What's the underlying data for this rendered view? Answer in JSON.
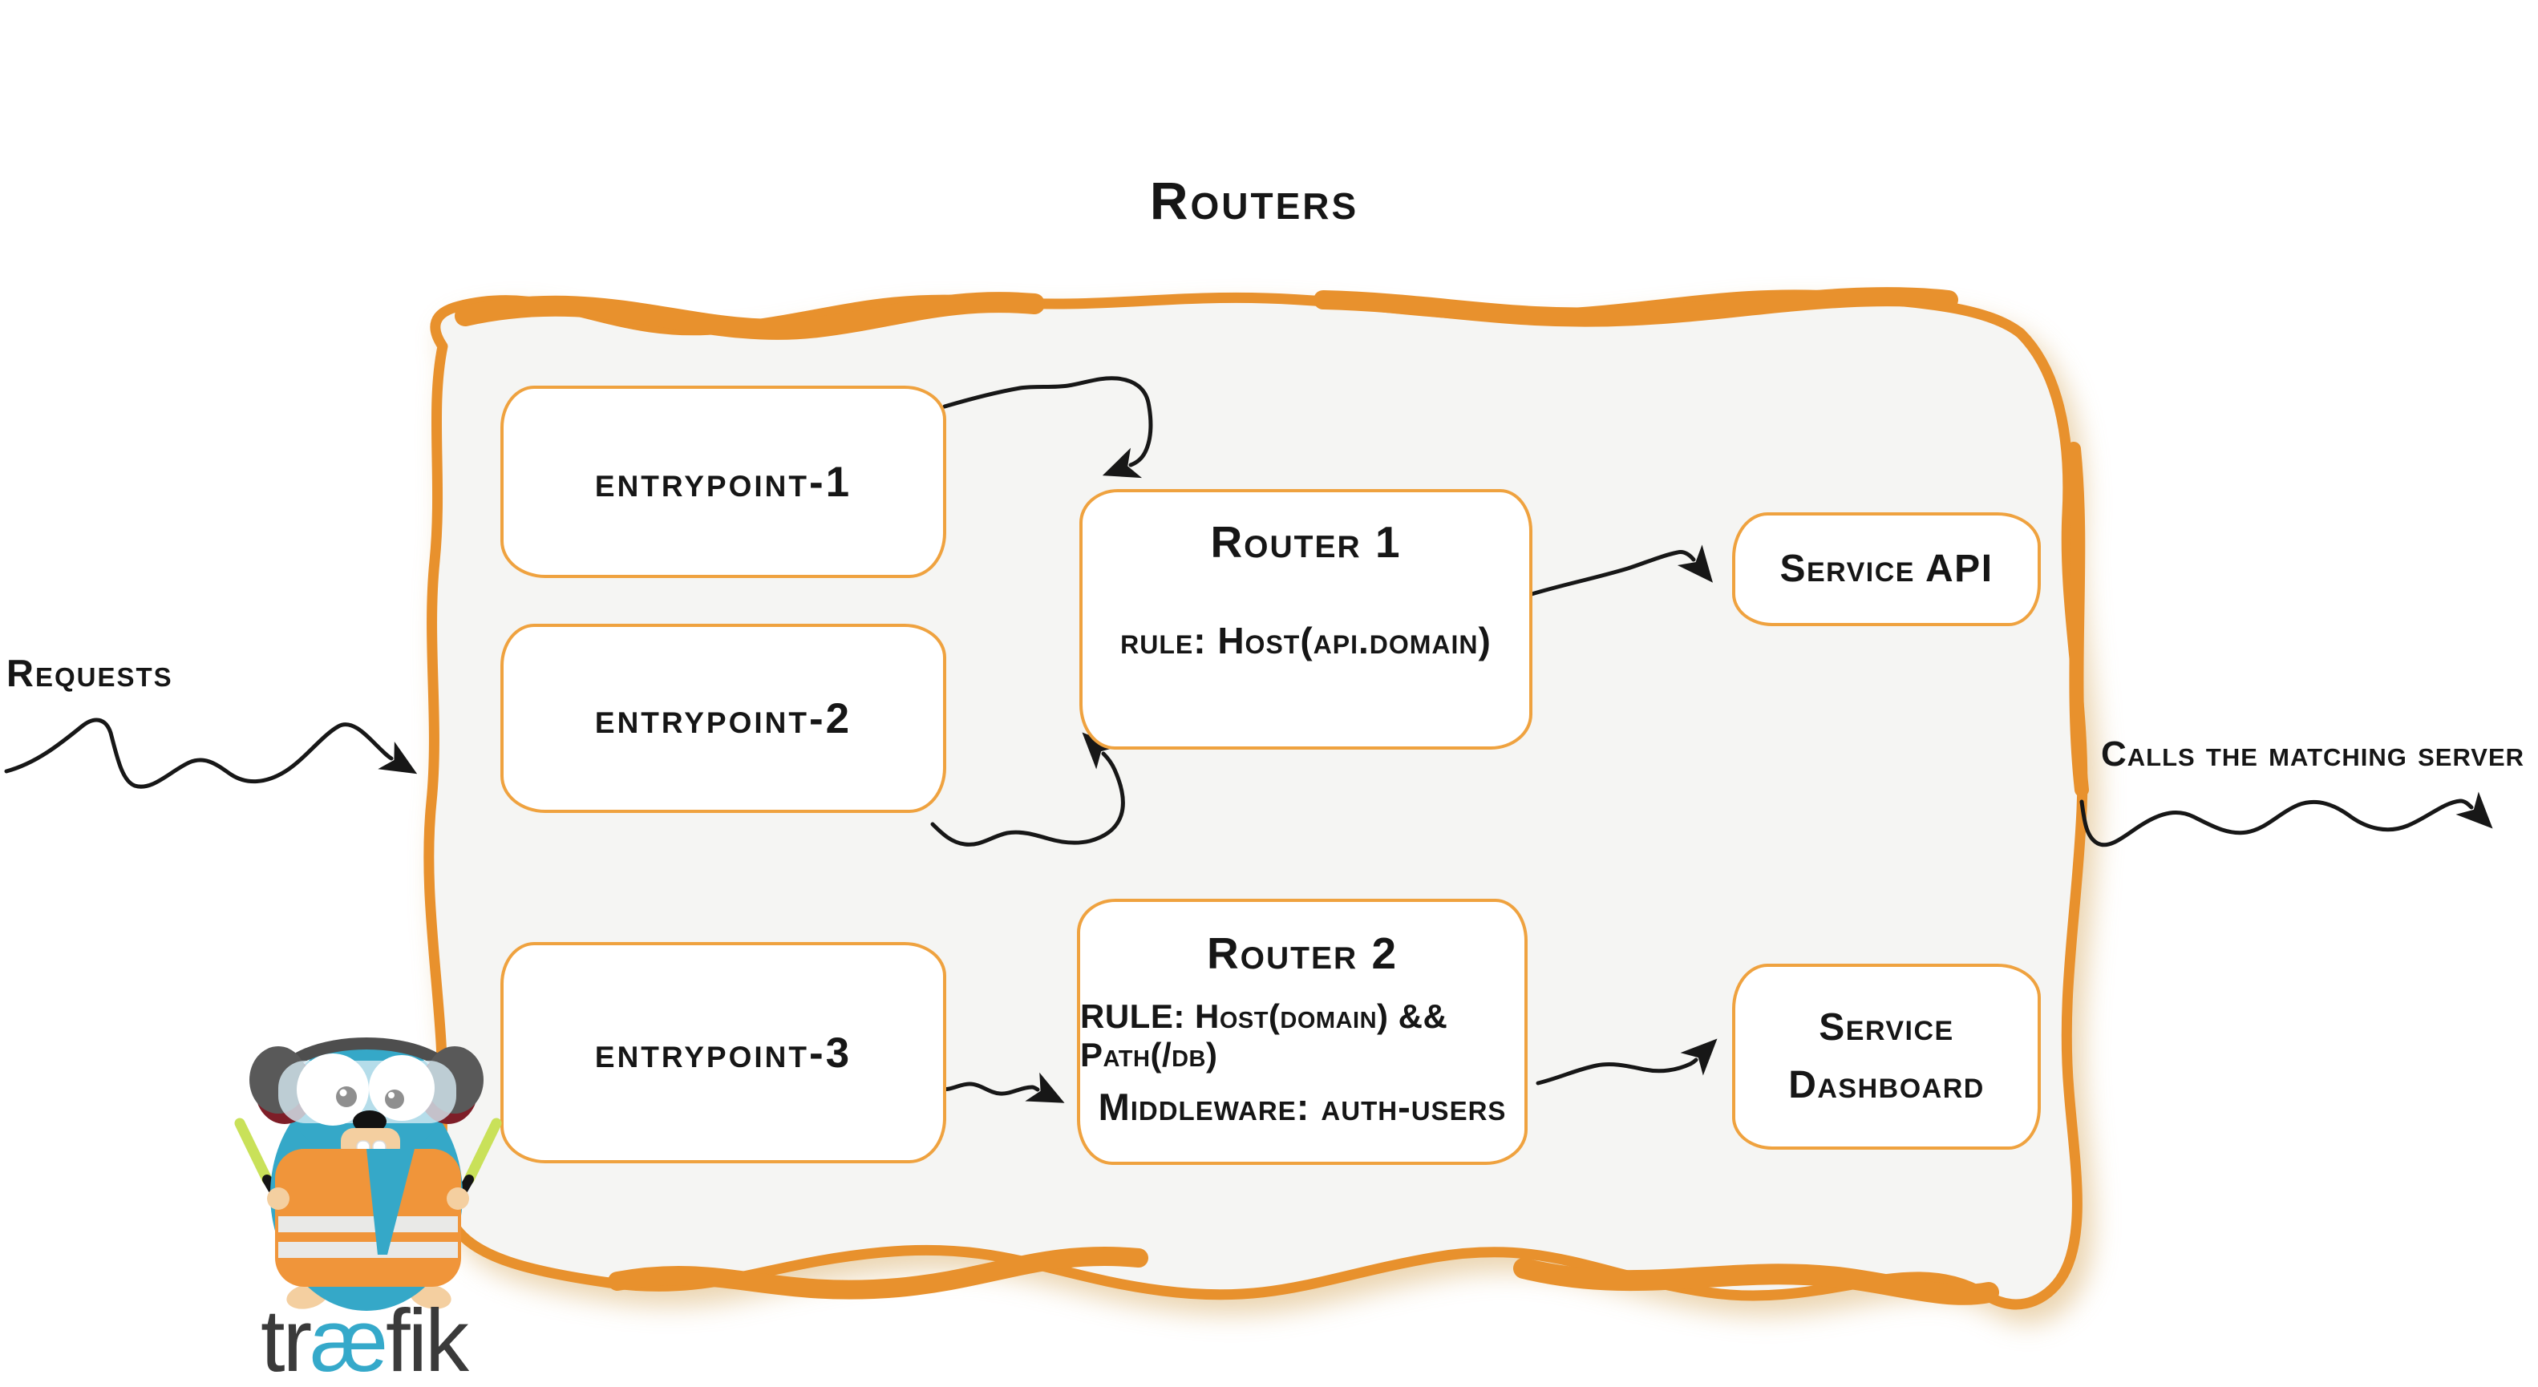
{
  "title": "Routers",
  "outside": {
    "requests_label": "Requests",
    "calls_label": "Calls the matching server"
  },
  "entrypoints": [
    {
      "label": "entrypoint-1"
    },
    {
      "label": "entrypoint-2"
    },
    {
      "label": "entrypoint-3"
    }
  ],
  "routers": [
    {
      "title": "Router 1",
      "rule": "rule: Host(api.domain)"
    },
    {
      "title": "Router 2",
      "rule": "RULE: Host(domain) && Path(/db)",
      "middleware": "Middleware: auth-users"
    }
  ],
  "services": [
    {
      "label": "Service API"
    },
    {
      "label": "Service Dashboard"
    }
  ],
  "connections": [
    {
      "from": "requests",
      "to": "routers-container"
    },
    {
      "from": "entrypoint-1",
      "to": "Router 1"
    },
    {
      "from": "entrypoint-2",
      "to": "Router 1"
    },
    {
      "from": "entrypoint-3",
      "to": "Router 2"
    },
    {
      "from": "Router 1",
      "to": "Service API"
    },
    {
      "from": "Router 2",
      "to": "Service Dashboard"
    },
    {
      "from": "routers-container",
      "to": "matching server"
    }
  ],
  "logo": {
    "part1": "tr",
    "part2": "æ",
    "part3": "fik"
  },
  "icons": {
    "mascot": "traefik-gopher-mascot",
    "arrow_style": "hand-drawn-squiggle-arrow"
  },
  "colors": {
    "container_border": "#E8912D",
    "box_border": "#EFA23F",
    "container_fill": "#F5F5F3",
    "arrow": "#171717",
    "text": "#161616",
    "logo_dark": "#3A3A3A",
    "logo_teal": "#35A9CA",
    "gopher_teal": "#35A8C8",
    "vest_orange": "#F0953A",
    "stick_green": "#C9E159"
  }
}
